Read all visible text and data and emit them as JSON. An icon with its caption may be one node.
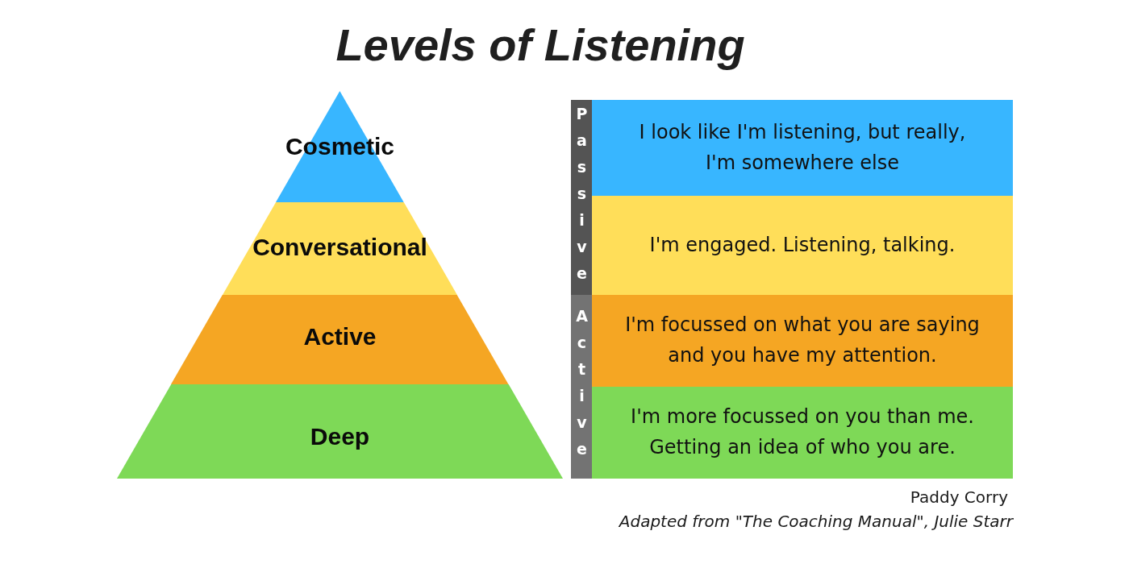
{
  "diagram": {
    "title": "Levels of Listening",
    "nodes": [
      {
        "text": [
          "Cosmetic"
        ]
      },
      {
        "text": [
          "Conversational"
        ]
      },
      {
        "text": [
          "Active"
        ]
      },
      {
        "text": [
          "Deep"
        ]
      },
      {
        "text": [
          "Passive"
        ]
      },
      {
        "text": [
          "I look like I'm listening, but really, I'm somewhere else"
        ]
      },
      {
        "text": [
          "I'm engaged. Listening, talking."
        ]
      },
      {
        "text": [
          "Active"
        ]
      },
      {
        "text": [
          "I'm focussed on what you are saying and you have my attention."
        ]
      },
      {
        "text": [
          "I'm more focussed on you than me. Getting an idea of who you are."
        ]
      }
    ],
    "labels": [
      "Paddy Corry",
      "Adapted from \"The Coaching Manual\", Julie Starr"
    ]
  }
}
